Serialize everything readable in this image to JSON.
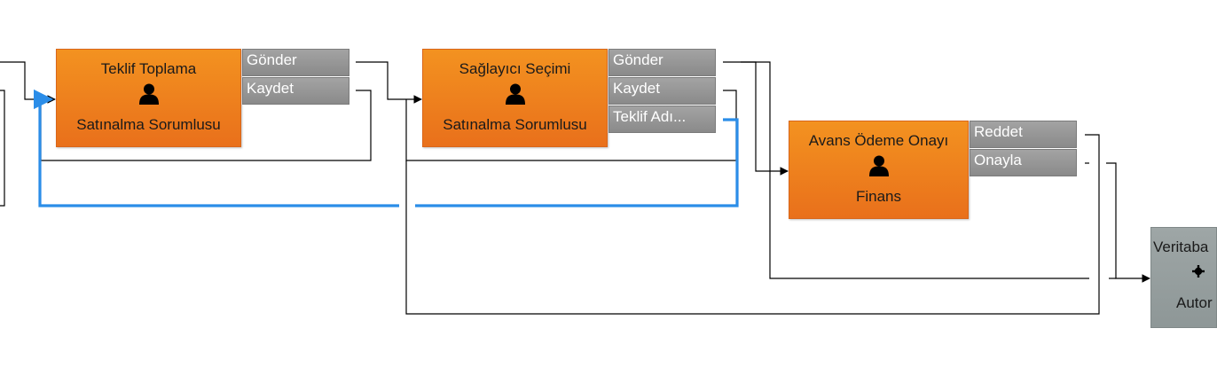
{
  "tasks": [
    {
      "id": "teklif_toplama",
      "name": "Teklif Toplama",
      "role": "Satınalma Sorumlusu",
      "icon": "user-icon"
    },
    {
      "id": "saglayici_secimi",
      "name": "Sağlayıcı Seçimi",
      "role": "Satınalma Sorumlusu",
      "icon": "user-icon"
    },
    {
      "id": "avans_odeme",
      "name": "Avans Ödeme Onayı",
      "role": "Finans",
      "icon": "user-icon"
    }
  ],
  "auto_task": {
    "name": "Veritaba",
    "role": "Autor",
    "icon": "gear-icon"
  },
  "actions": {
    "teklif_toplama": [
      "Gönder",
      "Kaydet"
    ],
    "saglayici_secimi": [
      "Gönder",
      "Kaydet",
      "Teklif Adı..."
    ],
    "avans_odeme": [
      "Reddet",
      "Onayla"
    ]
  },
  "colors": {
    "task_fill": "#f0821c",
    "action_fill": "#959595",
    "auto_fill": "#969e9e",
    "connector": "#000000",
    "highlight_connector": "#2b8de8"
  }
}
